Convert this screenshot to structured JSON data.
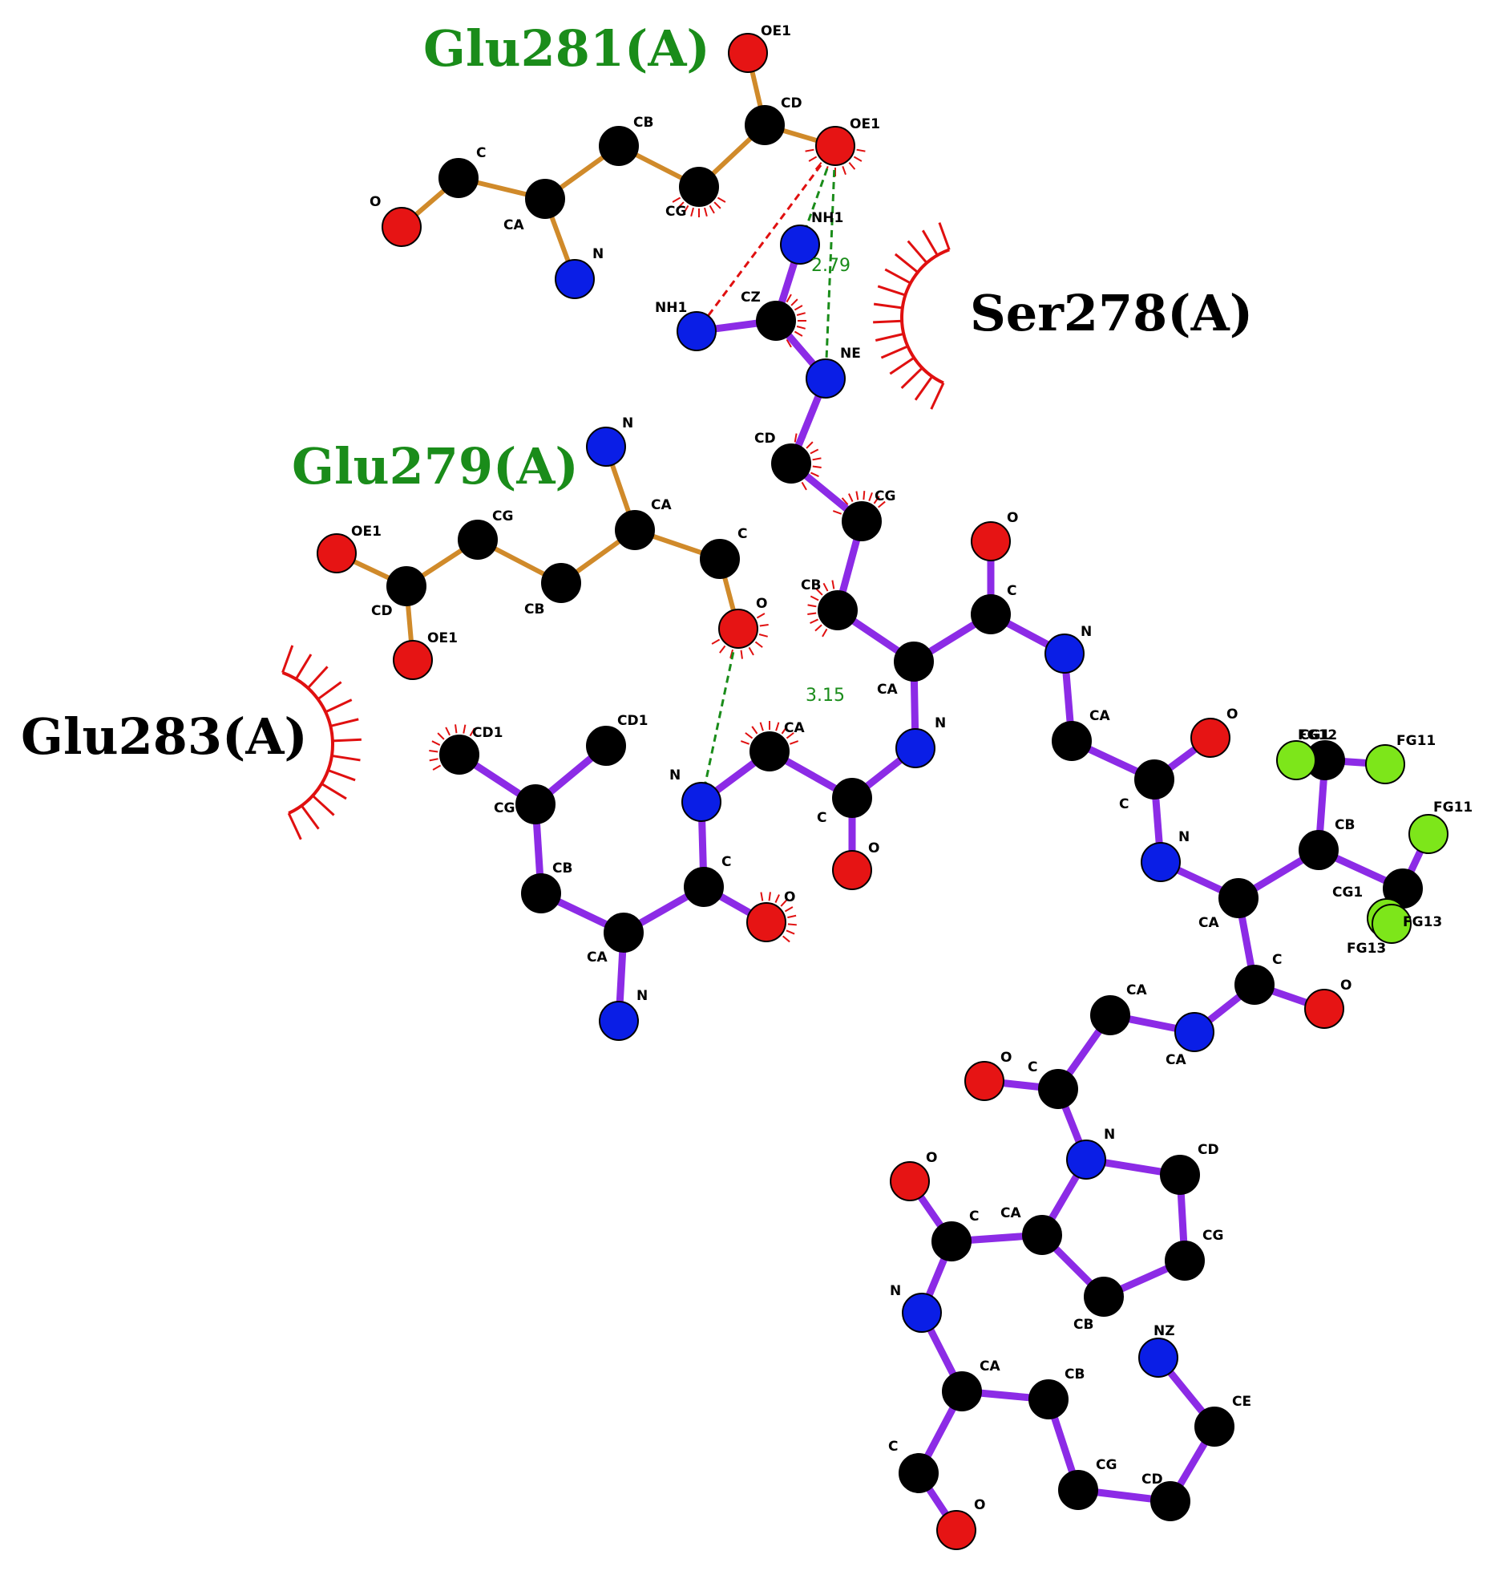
{
  "colors": {
    "ligand_bond": "#8c2be6",
    "residue_bond": "#d08a2a",
    "hbond": "#1a8c1a",
    "contact": "#e01010",
    "carbon": "#000000",
    "nitrogen": "#0a1ee6",
    "oxygen": "#e61414",
    "fluorine": "#7de61a",
    "hbond_residue_label": "#1a8c1a",
    "hydrophobic_residue_label": "#000000"
  },
  "residues": {
    "glu281": "Glu281(A)",
    "glu279": "Glu279(A)",
    "ser278": "Ser278(A)",
    "glu283": "Glu283(A)"
  },
  "distances": {
    "hbond_1": "2.79",
    "hbond_2": "3.15"
  },
  "atom_labels": {
    "glu281_oe1": "OE1",
    "glu281_cd": "CD",
    "glu281_oe2": "OE1",
    "glu281_cg": "CG",
    "glu281_cb": "CB",
    "glu281_c": "C",
    "glu281_ca": "CA",
    "glu281_o": "O",
    "glu281_n": "N",
    "arg_nh2": "NH1",
    "arg_nh1": "NH1",
    "arg_cz": "CZ",
    "arg_ne": "NE",
    "arg_cd": "CD",
    "arg_cg": "CG",
    "arg_cb": "CB",
    "arg_ca": "CA",
    "arg_n": "N",
    "arg_c": "C",
    "arg_o": "O",
    "glu279_n": "N",
    "glu279_ca": "CA",
    "glu279_c": "C",
    "glu279_o": "O",
    "glu279_cg": "CG",
    "glu279_cb": "CB",
    "glu279_cd": "CD",
    "glu279_oe1": "OE1",
    "glu279_oe2": "OE1",
    "leu_cd1": "CD1",
    "leu_cd2": "CD1",
    "leu_cg": "CG",
    "leu_cb": "CB",
    "leu_ca": "CA",
    "leu_n": "N",
    "leu_c": "C",
    "leu_o": "O",
    "gly_n": "N",
    "gly_ca": "CA",
    "gly_c": "C",
    "gly_o": "O",
    "gly2_n": "N",
    "gly2_ca": "CA",
    "gly2_c": "C",
    "gly2_o": "O",
    "res_ca": "CA",
    "res_c": "C",
    "res_o": "O",
    "res_n2": "N",
    "tfm_cb": "CB",
    "tfm_cg1": "CG1",
    "tfm_cg1b": "CG1",
    "tfm_fg11": "FG11",
    "tfm_fg12": "FG12",
    "tfm_fg13": "FG13",
    "tfm_fgx": "FG11",
    "tfm_fgtop": "FG11",
    "tfm_fgcl": "FG13",
    "ca3": "CA",
    "c3": "C",
    "o3": "O",
    "pro_n": "N",
    "pro_cd": "CD",
    "pro_cg": "CG",
    "pro_cb": "CB",
    "pro_ca": "CA",
    "pro_c": "C",
    "pro_o": "O",
    "lys_n": "N",
    "lys_ca": "CA",
    "lys_cb": "CB",
    "lys_cg": "CG",
    "lys_cd": "CD",
    "lys_ce": "CE",
    "lys_nz": "NZ",
    "lys_c": "C",
    "lys_o": "O"
  }
}
